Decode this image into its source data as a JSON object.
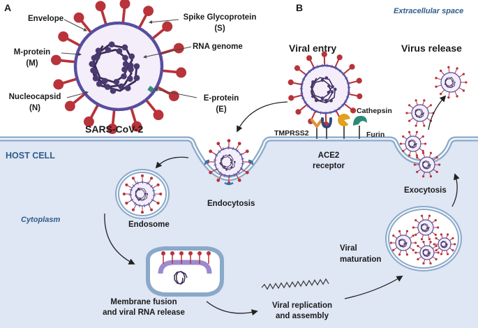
{
  "panel_a": {
    "letter": "A",
    "virus_name": "SARS-CoV-2",
    "labels": {
      "envelope": "Envelope",
      "m_protein": "M-protein",
      "m_abbr": "(M)",
      "nucleocapsid": "Nucleocapsid",
      "n_abbr": "(N)",
      "spike": "Spike Glycoprotein",
      "s_abbr": "(S)",
      "rna": "RNA genome",
      "e_protein": "E-protein",
      "e_abbr": "(E)"
    }
  },
  "panel_b": {
    "letter": "B",
    "extracellular": "Extracellular space",
    "viral_entry": "Viral entry",
    "virus_release": "Virus release",
    "tmprss2": "TMPRSS2",
    "cathepsin": "Cathepsin",
    "furin": "Furin",
    "ace2_line1": "ACE2",
    "ace2_line2": "receptor",
    "host_cell": "HOST CELL",
    "cytoplasm": "Cytoplasm",
    "endocytosis": "Endocytosis",
    "endosome": "Endosome",
    "fusion_line1": "Membrane fusion",
    "fusion_line2": "and viral RNA release",
    "replication_line1": "Viral replication",
    "replication_line2": "and assembly",
    "maturation_line1": "Viral",
    "maturation_line2": "maturation",
    "exocytosis": "Exocytosis"
  },
  "colors": {
    "cytoplasm_fill": "#dfe6f4",
    "membrane": "#8aa9c9",
    "virion_fill": "#f3eefa",
    "virion_envelope": "#5a4a9a",
    "spike": "#b8333a",
    "rna": "#3a2a55",
    "ace2": "#2e4a7a",
    "tmprss2": "#e0913a",
    "cathepsin": "#e0a020",
    "furin": "#2a8a78"
  }
}
